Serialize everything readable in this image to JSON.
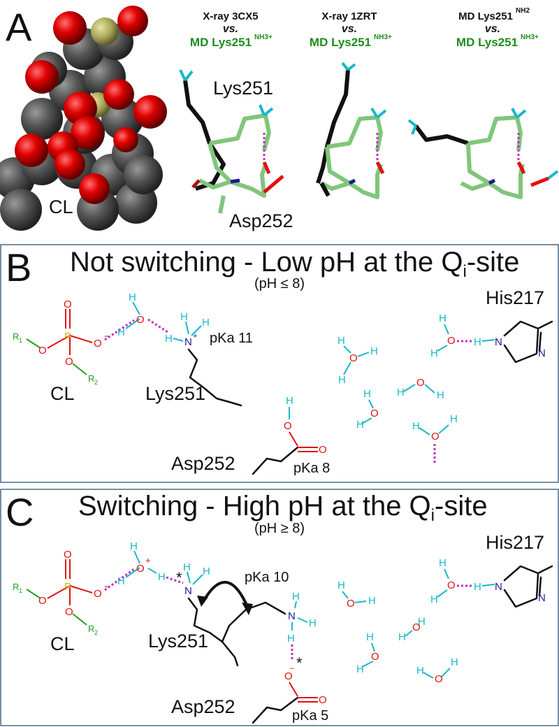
{
  "panel_a": {
    "letter": "A",
    "molecule_label": "CL",
    "residue_top": "Lys251",
    "residue_bottom": "Asp252",
    "comparisons": [
      {
        "line1": "X-ray 3CX5",
        "line2": "vs.",
        "line3": "MD Lys251",
        "sup3": "NH3+"
      },
      {
        "line1": "X-ray 1ZRT",
        "line2": "vs.",
        "line3": "MD Lys251",
        "sup3": "NH3+"
      },
      {
        "line1": "MD Lys251",
        "sup1": "NH2",
        "line2": "vs.",
        "line3": "MD Lys251",
        "sup3": "NH3+"
      }
    ]
  },
  "panel_b": {
    "letter": "B",
    "title_main": "Not switching - Low pH at the Q",
    "title_sub": "i",
    "title_end": "-site",
    "subtitle": "(pH ≤ 8)",
    "cl_label": "CL",
    "lys_label": "Lys251",
    "asp_label": "Asp252",
    "his_label": "His217",
    "lys_pka": "pKa 11",
    "asp_pka": "pKa 8"
  },
  "panel_c": {
    "letter": "C",
    "title_main": "Switching - High pH at the Q",
    "title_sub": "i",
    "title_end": "-site",
    "subtitle": "(pH ≥ 8)",
    "cl_label": "CL",
    "lys_label": "Lys251",
    "asp_label": "Asp252",
    "his_label": "His217",
    "lys_pka": "pKa 10",
    "asp_pka": "pKa 5",
    "star": "*"
  },
  "atoms": {
    "H": "H",
    "O": "O",
    "N": "N",
    "P": "P",
    "R1": "R",
    "R1_sub": "1",
    "R2": "R",
    "R2_sub": "2",
    "plus": "+",
    "minus": "−"
  },
  "colors": {
    "oxygen": "#e01010",
    "hydrogen": "#18b8c8",
    "nitrogen": "#1a1a90",
    "phosphorus": "#c8b000",
    "carbon_md": "#7fc67a",
    "carbon_xray": "#111111",
    "hbond": "#c030c0",
    "label_green": "#1e8c1e",
    "sphere_grey": "#555555"
  }
}
